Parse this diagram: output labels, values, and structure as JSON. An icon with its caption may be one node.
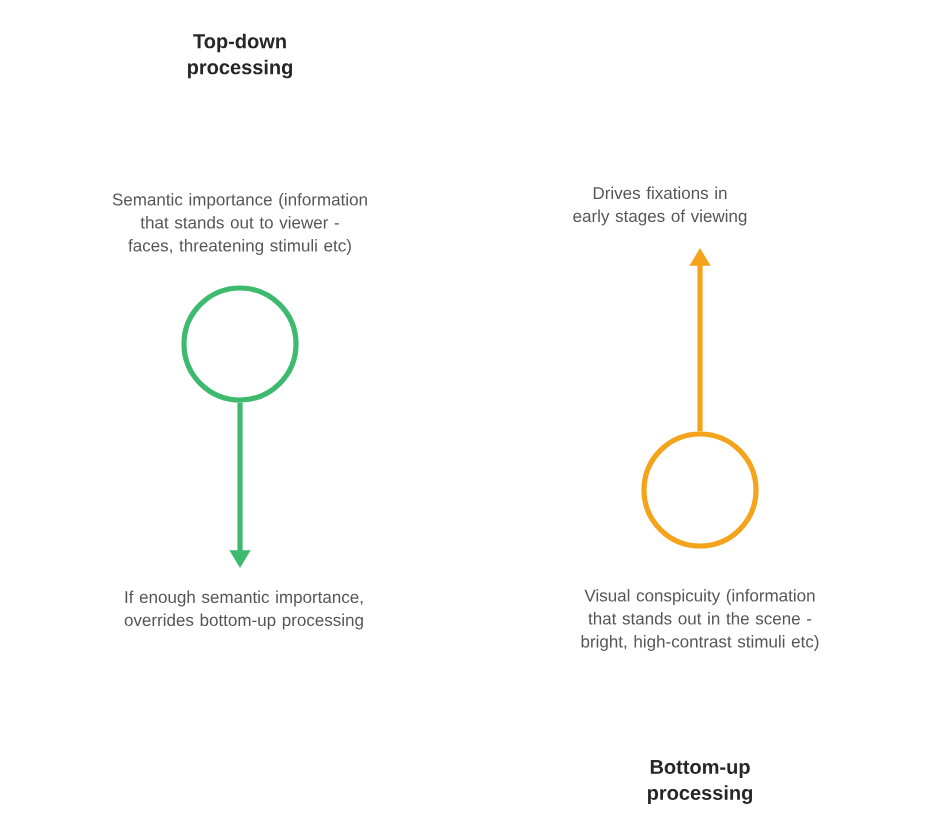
{
  "diagram": {
    "nodes": [
      {
        "text": [],
        "shape": "circle",
        "beside": [
          "Semantic importance (information that stands out to viewer - faces, threatening stimuli etc)"
        ]
      },
      {
        "text": [
          "If enough semantic importance, overrides bottom-up processing"
        ]
      },
      {
        "text": [
          "Drives fixations in early stages of viewing"
        ]
      },
      {
        "text": [],
        "shape": "circle",
        "beside": [
          "Visual conspicuity (information that stands out in the scene - bright, high-contrast stimuli etc)"
        ]
      }
    ],
    "edges": [
      {
        "from": 0,
        "to": 1,
        "arrow": "to",
        "color": "#3dba6f"
      },
      {
        "from": 3,
        "to": 2,
        "arrow": "to",
        "color": "#f5a31a"
      }
    ],
    "labels": [
      "Top-down processing",
      "Bottom-up processing"
    ]
  }
}
